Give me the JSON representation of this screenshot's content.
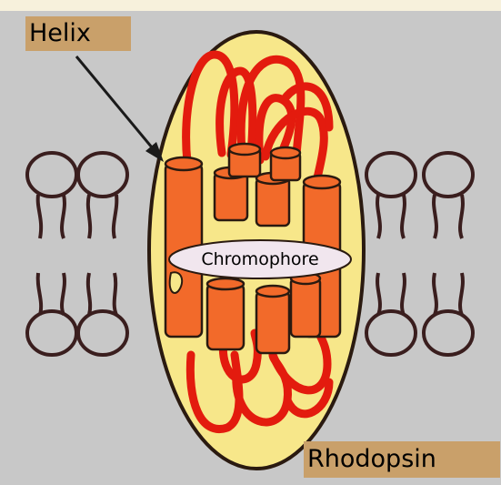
{
  "diagram": {
    "labels": {
      "helix": "Helix",
      "chromophore": "Chromophore",
      "rhodopsin": "Rhodopsin"
    },
    "colors": {
      "background": "#c8c8c8",
      "label_fill": "#c9a06a",
      "membrane_protein_fill": "#f7e78a",
      "helix_fill": "#f26a2a",
      "loop_stroke": "#e31b0e",
      "lipid_stroke": "#3a1e1e",
      "chromophore_fill": "#f1e6ee"
    }
  }
}
